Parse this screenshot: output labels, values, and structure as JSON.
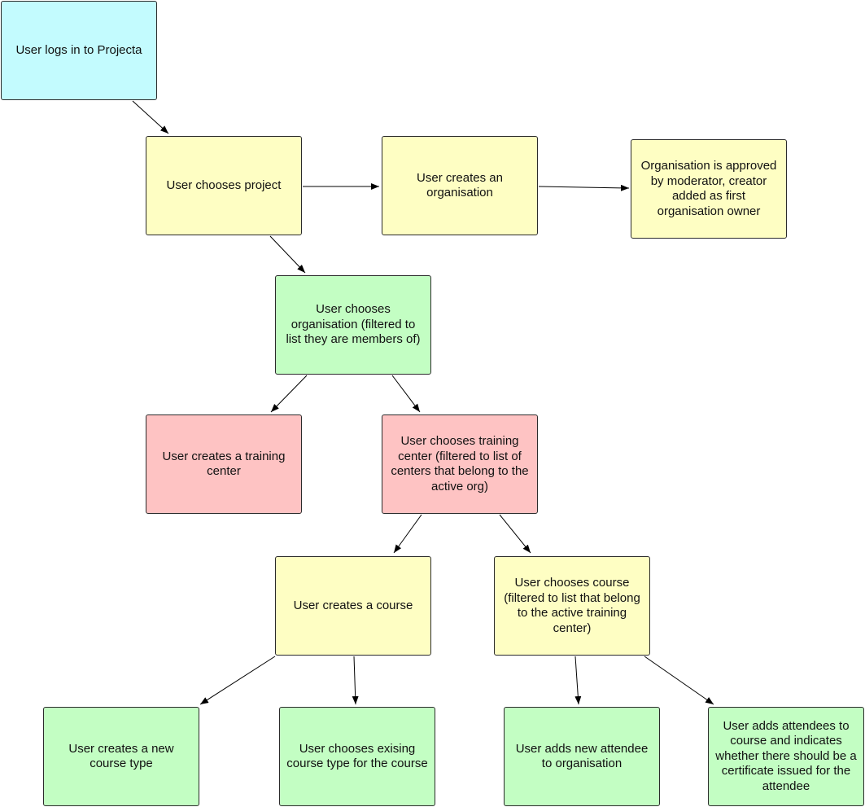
{
  "colors": {
    "cyan": "#c3fbfe",
    "yellow": "#fefec3",
    "green": "#c3fec3",
    "red": "#fec3c3",
    "stroke": "#000000"
  },
  "nodes": [
    {
      "id": "login",
      "text": "User logs in to Projecta",
      "color": "cyan"
    },
    {
      "id": "choose-project",
      "text": "User chooses project",
      "color": "yellow"
    },
    {
      "id": "create-org",
      "text": "User creates an organisation",
      "color": "yellow"
    },
    {
      "id": "org-approved",
      "text": "Organisation is approved by moderator, creator added as first organisation owner",
      "color": "yellow"
    },
    {
      "id": "choose-org",
      "text": "User chooses organisation (filtered to list they are members of)",
      "color": "green"
    },
    {
      "id": "create-training-center",
      "text": "User creates a training center",
      "color": "red"
    },
    {
      "id": "choose-training-center",
      "text": "User chooses training center (filtered to list of centers that belong to the active org)",
      "color": "red"
    },
    {
      "id": "create-course",
      "text": "User creates a course",
      "color": "yellow"
    },
    {
      "id": "choose-course",
      "text": "User chooses course (filtered to list that belong to the active training center)",
      "color": "yellow"
    },
    {
      "id": "create-course-type",
      "text": "User creates a new course type",
      "color": "green"
    },
    {
      "id": "choose-course-type",
      "text": "User chooses exising course type for the course",
      "color": "green"
    },
    {
      "id": "add-attendee",
      "text": "User adds new attendee to organisation",
      "color": "green"
    },
    {
      "id": "add-attendees-course",
      "text": "User adds attendees to course and indicates whether there should be a certificate issued for the attendee",
      "color": "green"
    }
  ],
  "edges": [
    {
      "from": "login",
      "to": "choose-project"
    },
    {
      "from": "choose-project",
      "to": "create-org"
    },
    {
      "from": "create-org",
      "to": "org-approved"
    },
    {
      "from": "choose-project",
      "to": "choose-org"
    },
    {
      "from": "choose-org",
      "to": "create-training-center"
    },
    {
      "from": "choose-org",
      "to": "choose-training-center"
    },
    {
      "from": "choose-training-center",
      "to": "create-course"
    },
    {
      "from": "choose-training-center",
      "to": "choose-course"
    },
    {
      "from": "create-course",
      "to": "create-course-type"
    },
    {
      "from": "create-course",
      "to": "choose-course-type"
    },
    {
      "from": "choose-course",
      "to": "add-attendee"
    },
    {
      "from": "choose-course",
      "to": "add-attendees-course"
    }
  ]
}
